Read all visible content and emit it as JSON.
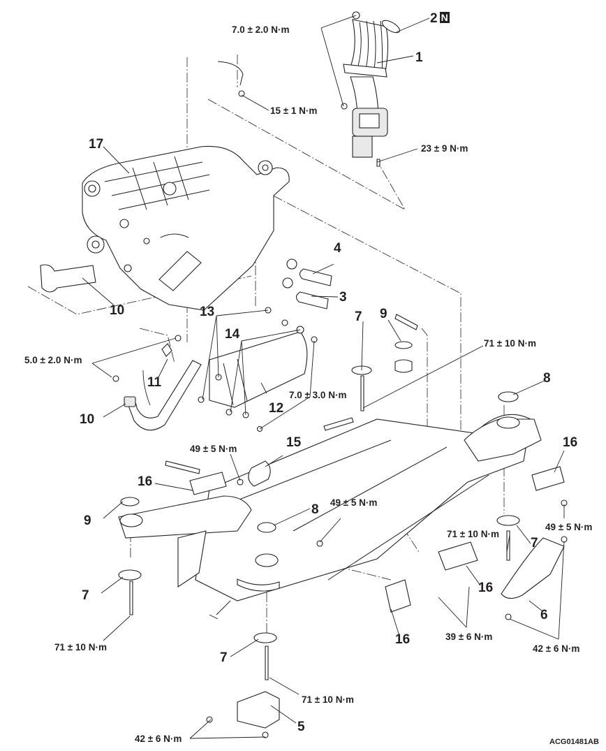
{
  "diagram": {
    "title": "Rear suspension crossmember / differential removal and installation — exploded view",
    "figure_code": "ACG01481AB",
    "callouts": [
      {
        "id": "c1",
        "text": "1"
      },
      {
        "id": "c2",
        "text": "2",
        "badge": "N"
      },
      {
        "id": "c3",
        "text": "3"
      },
      {
        "id": "c4",
        "text": "4"
      },
      {
        "id": "c5",
        "text": "5"
      },
      {
        "id": "c6",
        "text": "6"
      },
      {
        "id": "c7a",
        "text": "7"
      },
      {
        "id": "c7b",
        "text": "7"
      },
      {
        "id": "c7c",
        "text": "7"
      },
      {
        "id": "c7d",
        "text": "7"
      },
      {
        "id": "c8a",
        "text": "8"
      },
      {
        "id": "c8b",
        "text": "8"
      },
      {
        "id": "c9a",
        "text": "9"
      },
      {
        "id": "c9b",
        "text": "9"
      },
      {
        "id": "c10a",
        "text": "10"
      },
      {
        "id": "c10b",
        "text": "10"
      },
      {
        "id": "c11",
        "text": "11"
      },
      {
        "id": "c12",
        "text": "12"
      },
      {
        "id": "c13",
        "text": "13"
      },
      {
        "id": "c14",
        "text": "14"
      },
      {
        "id": "c15",
        "text": "15"
      },
      {
        "id": "c16a",
        "text": "16"
      },
      {
        "id": "c16b",
        "text": "16"
      },
      {
        "id": "c16c",
        "text": "16"
      },
      {
        "id": "c16d",
        "text": "16"
      },
      {
        "id": "c17",
        "text": "17"
      }
    ],
    "torques": [
      {
        "id": "t1",
        "text": "7.0 ± 2.0 N·m"
      },
      {
        "id": "t2",
        "text": "15 ± 1 N·m"
      },
      {
        "id": "t3",
        "text": "23 ± 9 N·m"
      },
      {
        "id": "t4",
        "text": "5.0 ± 2.0 N·m"
      },
      {
        "id": "t5",
        "text": "7.0 ± 3.0 N·m"
      },
      {
        "id": "t6",
        "text": "71 ± 10 N·m"
      },
      {
        "id": "t7",
        "text": "49 ± 5 N·m"
      },
      {
        "id": "t8",
        "text": "49 ± 5 N·m"
      },
      {
        "id": "t9",
        "text": "49 ± 5 N·m"
      },
      {
        "id": "t10",
        "text": "71 ± 10 N·m"
      },
      {
        "id": "t11",
        "text": "71 ± 10 N·m"
      },
      {
        "id": "t12",
        "text": "39 ± 6 N·m"
      },
      {
        "id": "t13",
        "text": "42 ± 6 N·m"
      },
      {
        "id": "t14",
        "text": "71 ± 10 N·m"
      },
      {
        "id": "t15",
        "text": "42 ± 6 N·m"
      }
    ]
  }
}
